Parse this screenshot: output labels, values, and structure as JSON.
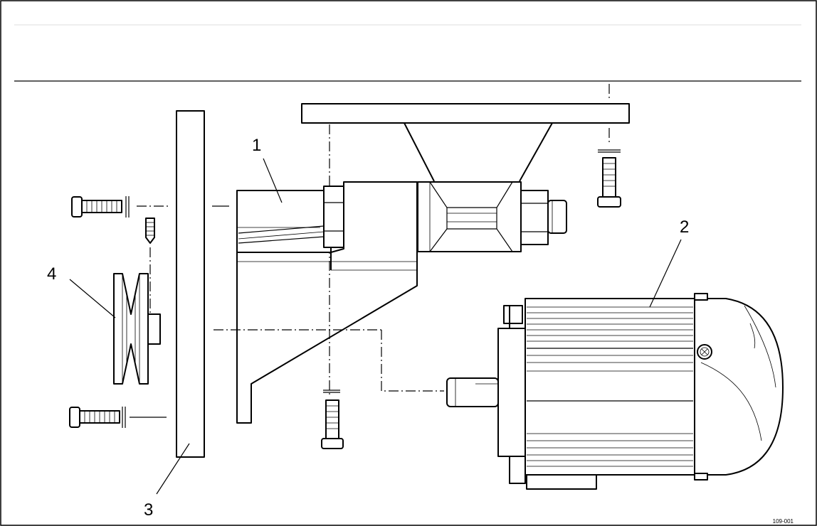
{
  "diagram": {
    "callouts": [
      {
        "id": "1",
        "text": "1"
      },
      {
        "id": "2",
        "text": "2"
      },
      {
        "id": "3",
        "text": "3"
      },
      {
        "id": "4",
        "text": "4"
      }
    ],
    "reference_code": "109-001"
  }
}
